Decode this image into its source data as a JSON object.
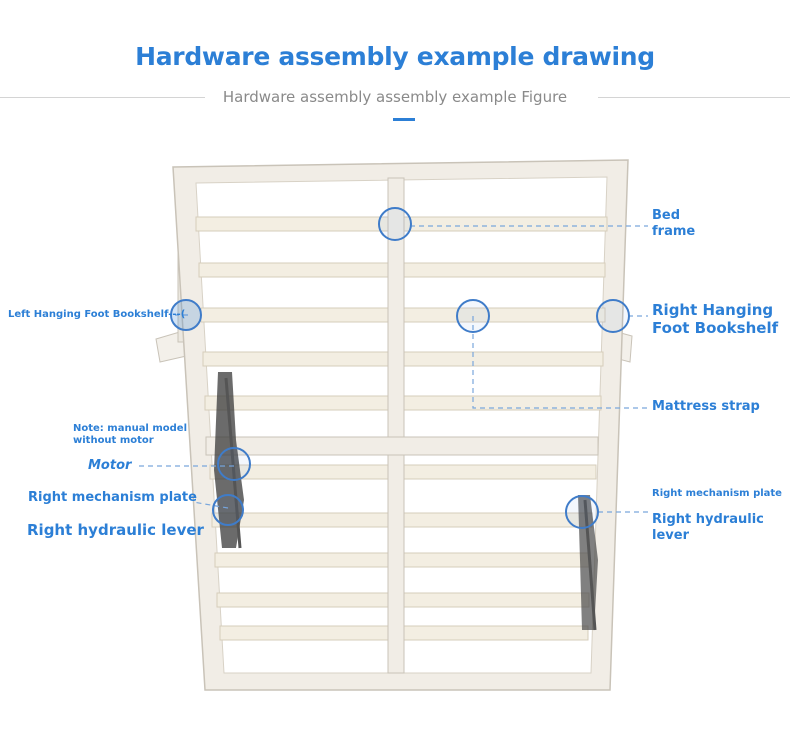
{
  "header": {
    "title": "Hardware assembly example drawing",
    "subtitle": "Hardware assembly assembly example Figure"
  },
  "colors": {
    "accent": "#2c7fd6",
    "frame": "#f1ede6",
    "frame_edge": "#c9c3b8",
    "rule": "#d4d4d4"
  },
  "labels": {
    "bed_frame_1": "Bed",
    "bed_frame_2": "frame",
    "left_hanging": "Left Hanging Foot Bookshelf---(",
    "right_hanging_1": "Right Hanging",
    "right_hanging_2": "Foot Bookshelf",
    "mattress_strap": "Mattress strap",
    "note_1": "Note: manual model",
    "note_2": "without motor",
    "motor": "Motor",
    "left_mech_plate": "Right mechanism plate",
    "left_hydraulic": "Right hydraulic lever",
    "right_mech_plate": "Right mechanism plate",
    "right_hydraulic_1": "Right hydraulic",
    "right_hydraulic_2": "lever"
  }
}
